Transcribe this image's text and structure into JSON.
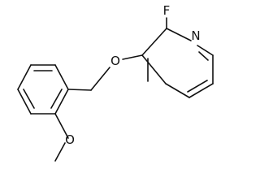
{
  "atoms": {
    "fluorine": "F",
    "pyridine_nitrogen": "N",
    "ether_oxygen": "O",
    "methoxy_oxygen": "O"
  },
  "colors": {
    "bond": "#111111",
    "label": "#111111",
    "background": "#ffffff"
  }
}
